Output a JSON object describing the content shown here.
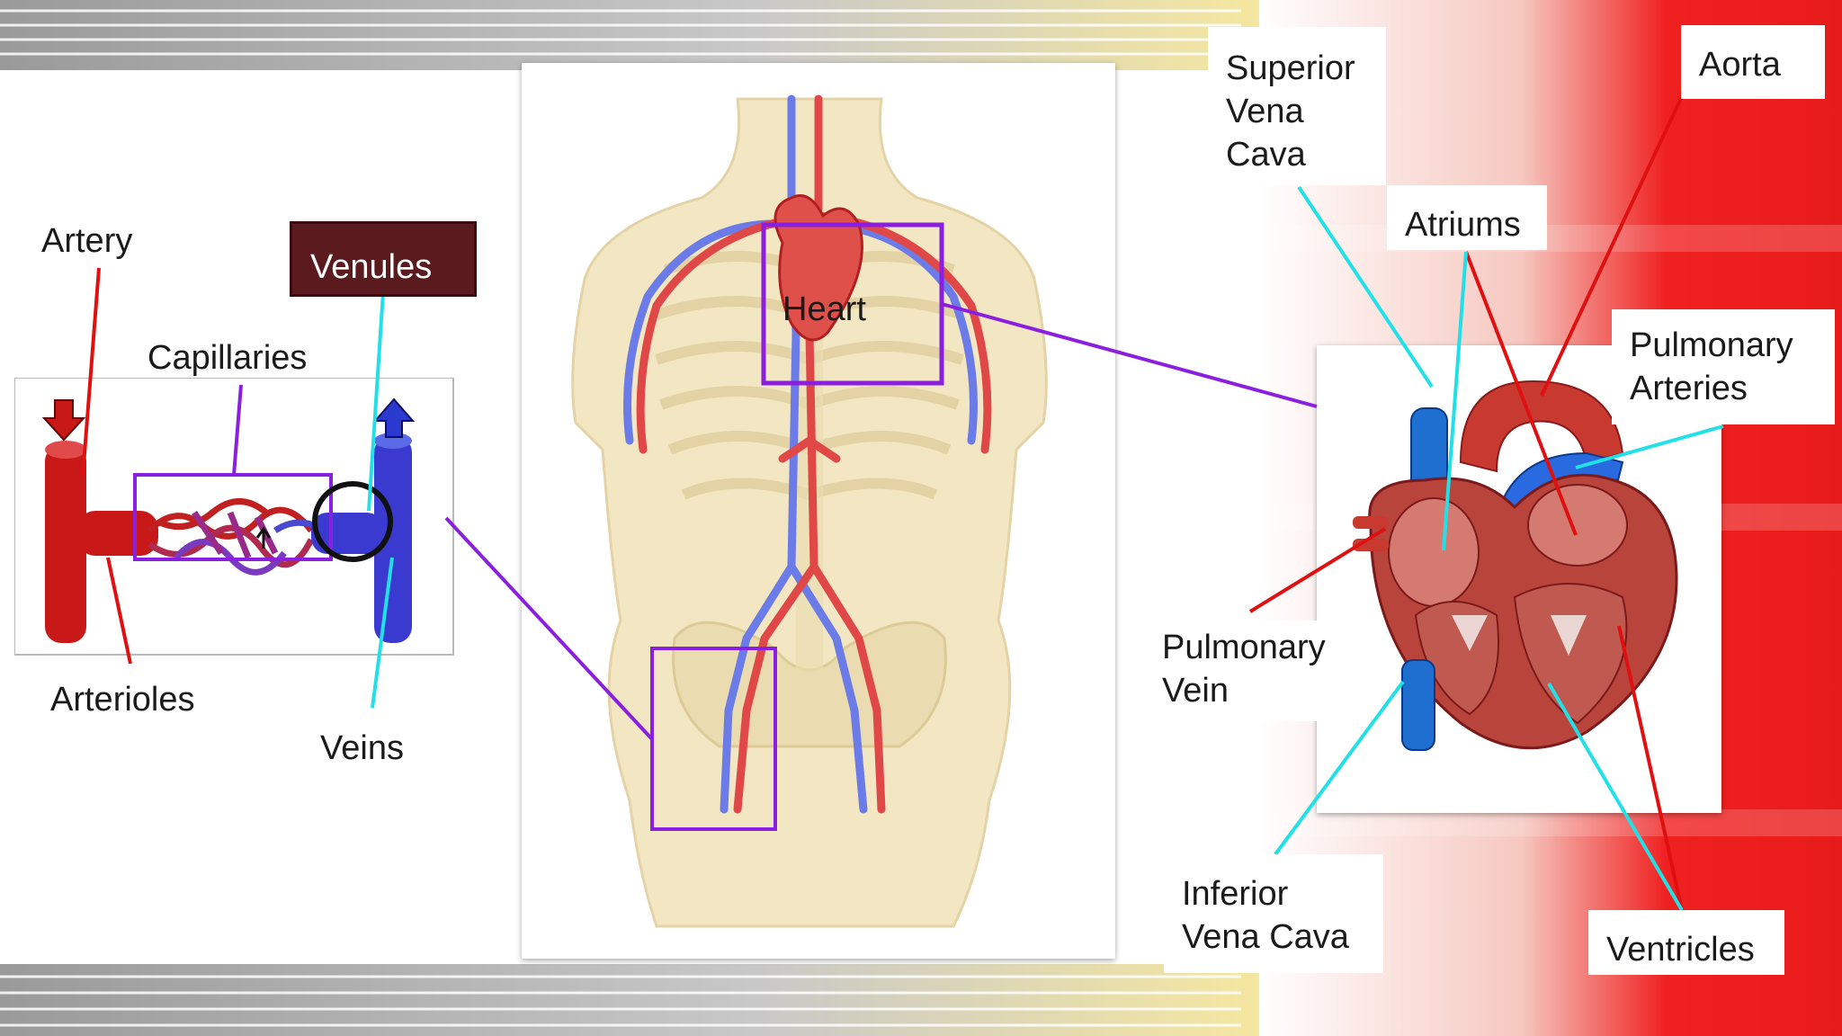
{
  "labels": {
    "artery": "Artery",
    "venules": "Venules",
    "capillaries": "Capillaries",
    "arterioles": "Arterioles",
    "veins": "Veins",
    "heart": "Heart",
    "superior_vena_cava": "Superior\nVena\nCava",
    "aorta": "Aorta",
    "atriums": "Atriums",
    "pulmonary_arteries": "Pulmonary\nArteries",
    "pulmonary_vein": "Pulmonary\nVein",
    "inferior_vena_cava": "Inferior\nVena Cava",
    "ventricles": "Ventricles"
  },
  "colors": {
    "artery_red": "#cc1a1a",
    "vein_blue": "#3b4fd1",
    "highlight_purple": "#8a1fe0",
    "pointer_cyan": "#22e0e8",
    "pointer_red": "#e01010",
    "venules_bg": "#5a1a1e",
    "skin": "#f3e6c2",
    "slide_red": "#e81b1b"
  }
}
